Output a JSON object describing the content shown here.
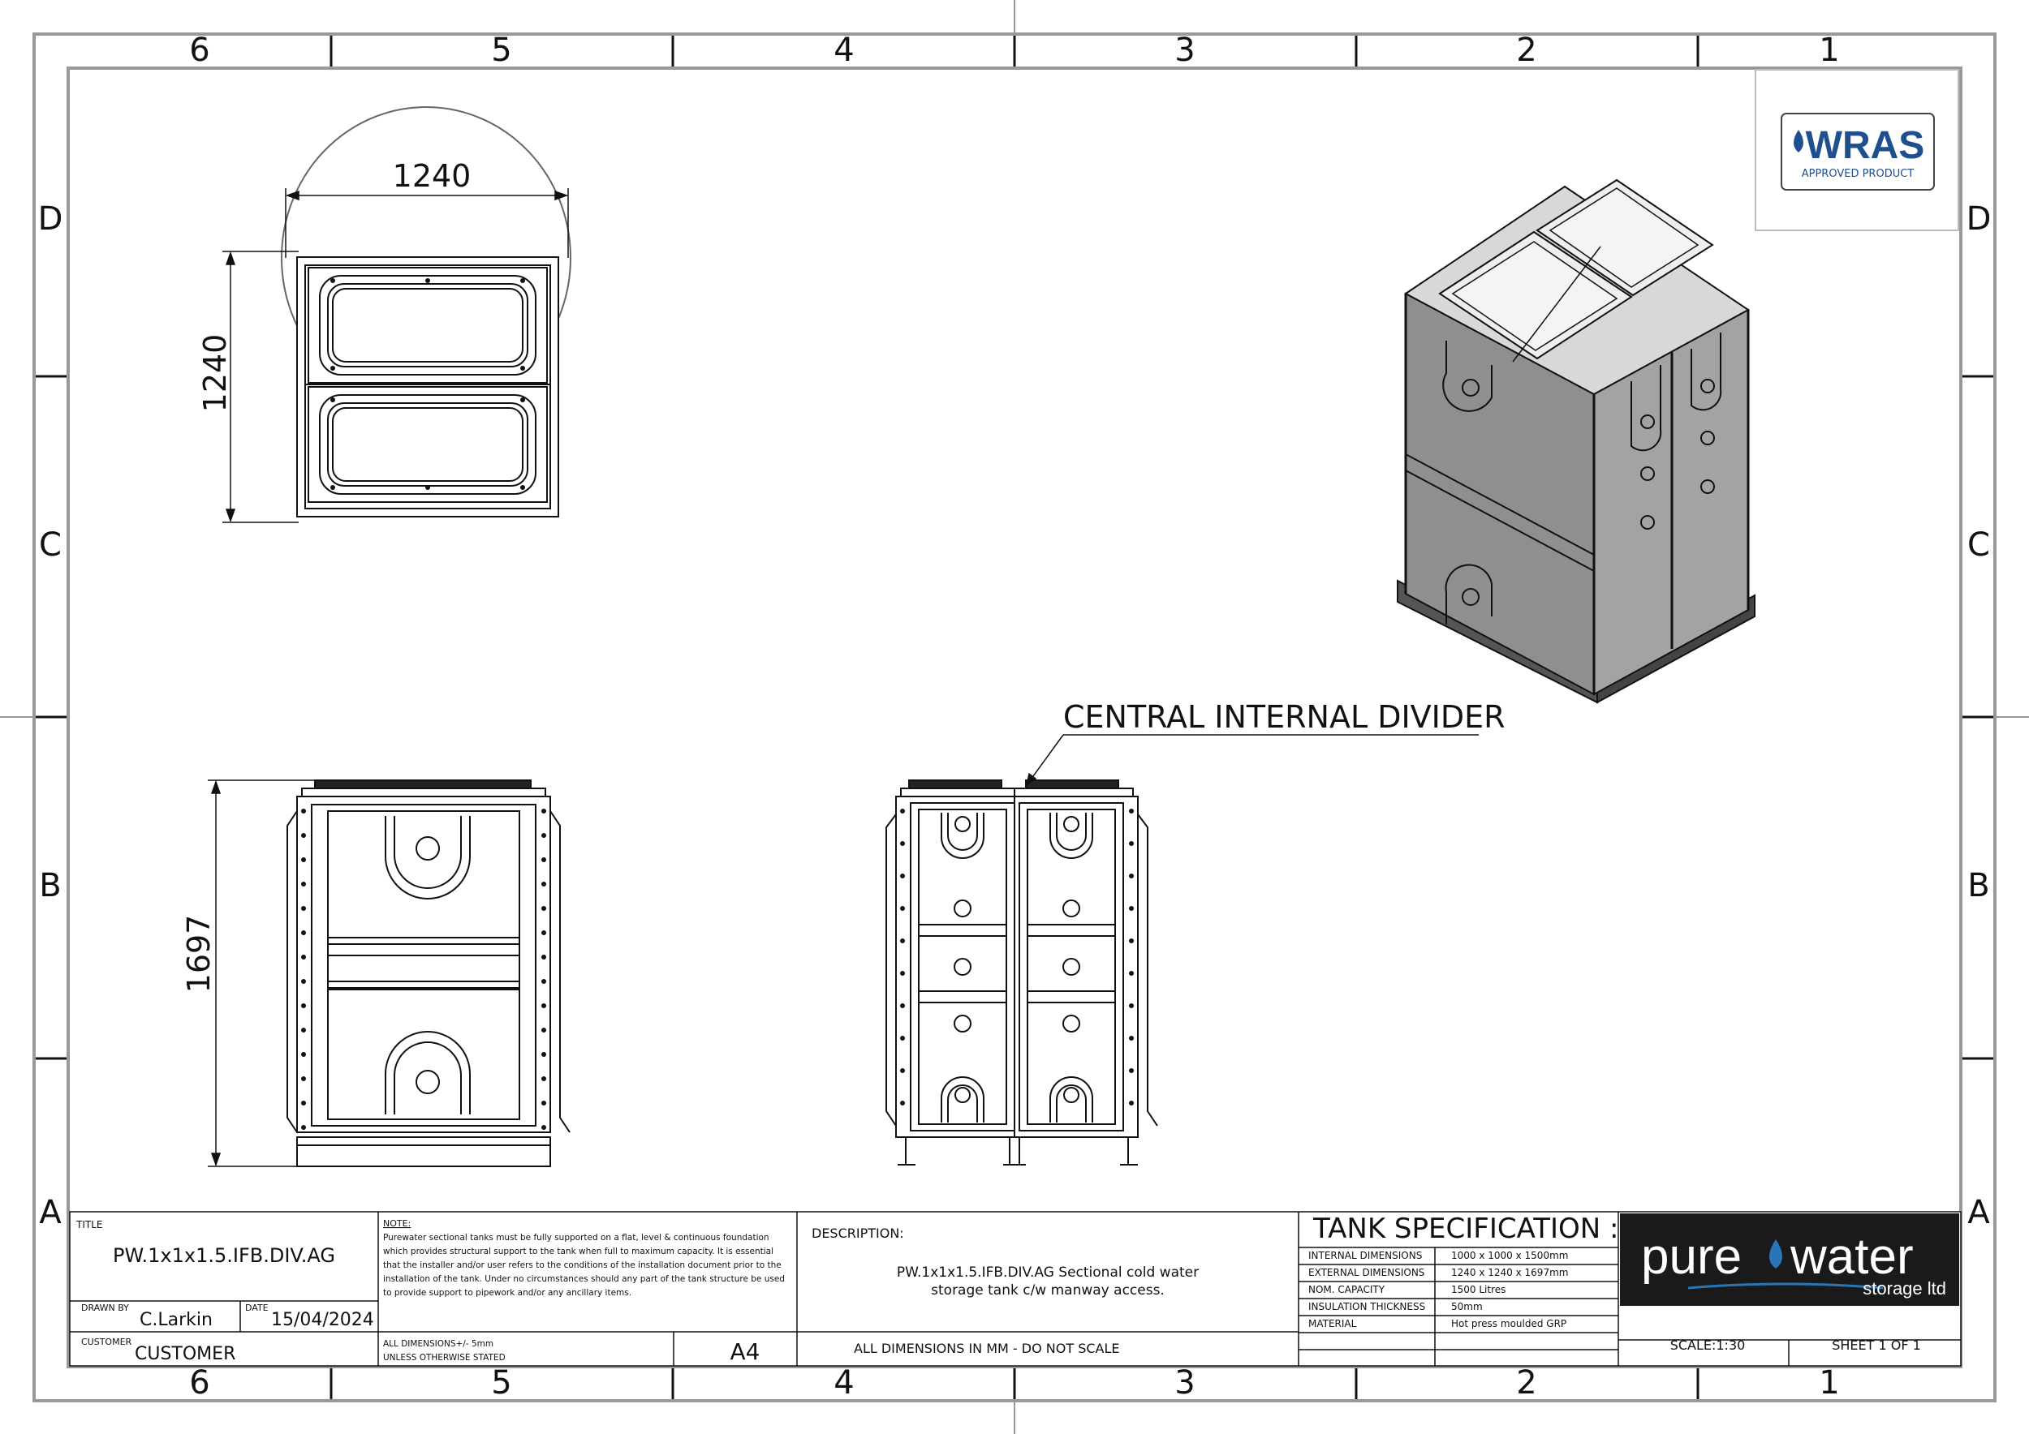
{
  "zones": {
    "columns": [
      "6",
      "5",
      "4",
      "3",
      "2",
      "1"
    ],
    "rows": [
      "D",
      "C",
      "B",
      "A"
    ]
  },
  "dimensions": {
    "top_width": "1240",
    "top_depth": "1240",
    "front_height": "1697"
  },
  "callout": {
    "text": "CENTRAL INTERNAL DIVIDER"
  },
  "logo_wras": {
    "main": "WRAS",
    "sub": "APPROVED PRODUCT"
  },
  "title_block": {
    "title_label": "TITLE",
    "title_value": "PW.1x1x1.5.IFB.DIV.AG",
    "drawn_by_label": "DRAWN BY",
    "drawn_by_value": "C.Larkin",
    "date_label": "DATE",
    "date_value": "15/04/2024",
    "customer_label": "CUSTOMER",
    "customer_value": "CUSTOMER",
    "note_label": "NOTE:",
    "note_lines": [
      "Purewater sectional tanks must be fully supported on a flat, level & continuous foundation",
      "which provides structural support to the tank when full to maximum capacity. It is essential",
      "that the installer and/or user refers to the conditions of the installation document prior to the",
      "installation of the tank. Under no circumstances should any part of the tank structure be used",
      "to provide support to pipework and/or any ancillary items."
    ],
    "tolerance_line1": "ALL DIMENSIONS+/- 5mm",
    "tolerance_line2": "UNLESS OTHERWISE STATED",
    "paper_size": "A4",
    "description_label": "DESCRIPTION:",
    "description_line1": "PW.1x1x1.5.IFB.DIV.AG Sectional cold water",
    "description_line2": "storage tank c/w manway access.",
    "scale_note": "ALL DIMENSIONS IN MM - DO NOT SCALE",
    "spec_heading": "TANK SPECIFICATION :",
    "spec_rows": [
      {
        "label": "INTERNAL DIMENSIONS",
        "value": "1000 x 1000 x 1500mm"
      },
      {
        "label": "EXTERNAL DIMENSIONS",
        "value": "1240 x 1240 x 1697mm"
      },
      {
        "label": "NOM. CAPACITY",
        "value": "1500 Litres"
      },
      {
        "label": "INSULATION THICKNESS",
        "value": "50mm"
      },
      {
        "label": "MATERIAL",
        "value": "Hot press moulded GRP"
      }
    ],
    "scale": "SCALE:1:30",
    "sheet": "SHEET 1 OF 1",
    "logo_pure": "pure",
    "logo_water": "water",
    "logo_storage": "storage ltd"
  },
  "colors": {
    "line": "#111111",
    "logo_bg": "#1a1a1a",
    "logo_accent": "#2a74b8",
    "wras_blue": "#1f4f8f",
    "tank_fill": "#8f8f8f"
  }
}
